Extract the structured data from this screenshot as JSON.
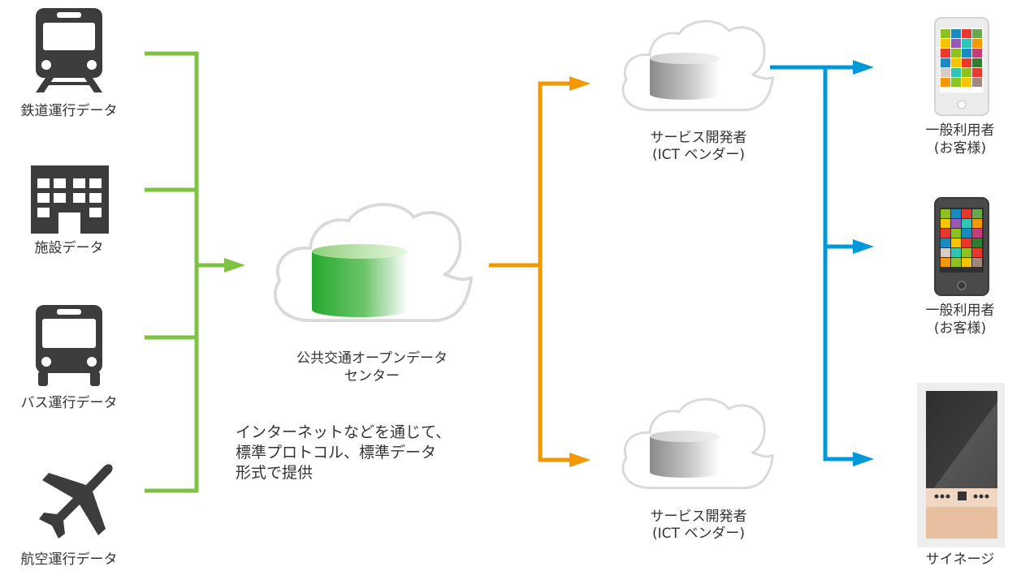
{
  "sources": [
    {
      "id": "rail",
      "label": "鉄道運行データ",
      "icon": "train-icon"
    },
    {
      "id": "facility",
      "label": "施設データ",
      "icon": "building-icon"
    },
    {
      "id": "bus",
      "label": "バス運行データ",
      "icon": "bus-icon"
    },
    {
      "id": "air",
      "label": "航空運行データ",
      "icon": "airplane-icon"
    }
  ],
  "center": {
    "label": "公共交通オープンデータ",
    "label2": "センター",
    "icon": "database-cloud-icon"
  },
  "vendors": [
    {
      "label": "サービス開発者",
      "label2": "(ICT ベンダー)",
      "icon": "database-cloud-icon"
    },
    {
      "label": "サービス開発者",
      "label2": "(ICT ベンダー)",
      "icon": "database-cloud-icon"
    }
  ],
  "users": [
    {
      "label": "一般利用者",
      "label2": "(お客様)",
      "icon": "smartphone-white-icon"
    },
    {
      "label": "一般利用者",
      "label2": "(お客様)",
      "icon": "smartphone-dark-icon"
    },
    {
      "label": "サイネージ",
      "icon": "signage-icon"
    }
  ],
  "note": [
    "インターネットなどを通じて、",
    "標準プロトコル、標準データ",
    "形式で提供"
  ],
  "colors": {
    "green": "#7dc242",
    "orange": "#f39800",
    "blue": "#0098d8",
    "icon_dark": "#3c3c3c",
    "cloud_stroke": "#d9d9d9"
  }
}
